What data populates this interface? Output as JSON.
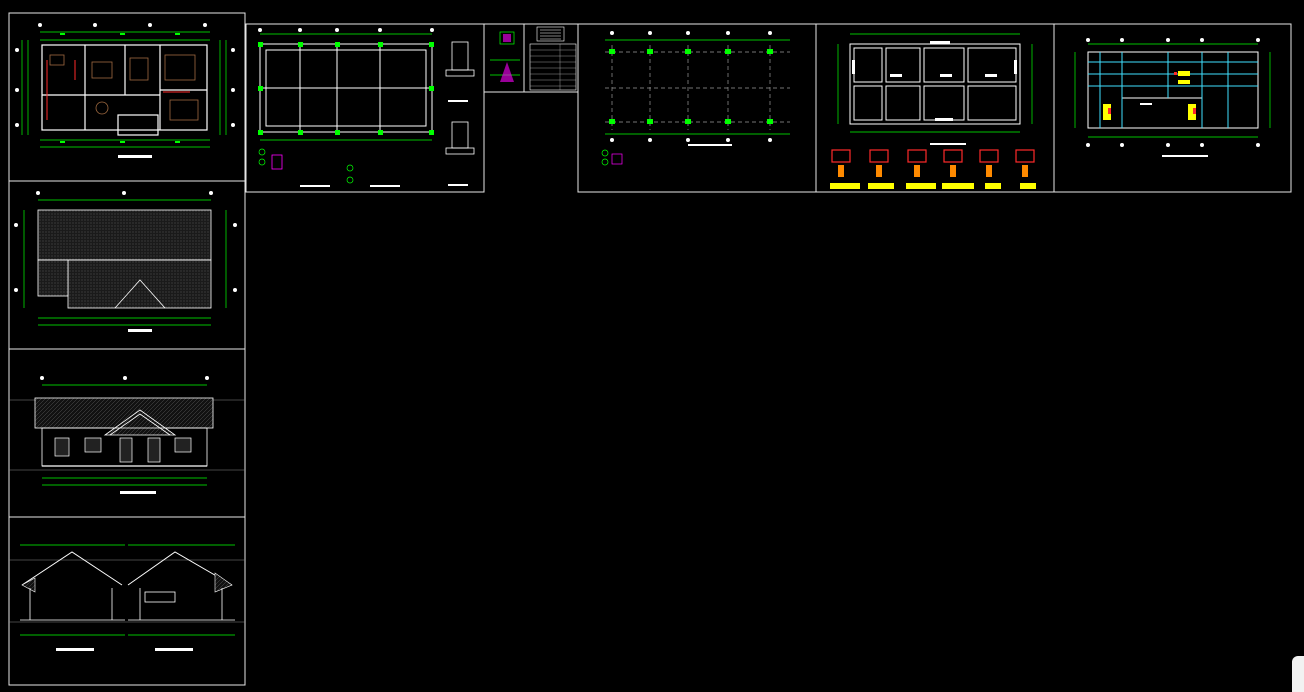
{
  "viewport": {
    "background": "#000000",
    "colors": {
      "frame": "#e6e6e6",
      "line": "#ffffff",
      "dimension": "#00ff00",
      "grid": "#9a9a9a",
      "red": "#ff2a2a",
      "yellow": "#ffff00",
      "cyan": "#40e0ff",
      "magenta": "#ff00ff",
      "orange": "#ff8a00"
    }
  },
  "sheets": [
    {
      "id": "floor-plan",
      "kind": "plan"
    },
    {
      "id": "roof-plan",
      "kind": "roof"
    },
    {
      "id": "front-elevation",
      "kind": "elevation"
    },
    {
      "id": "side-sections",
      "kind": "section"
    },
    {
      "id": "foundation-plan",
      "kind": "foundation"
    },
    {
      "id": "detail-strip",
      "kind": "detail"
    },
    {
      "id": "title-block",
      "kind": "table"
    },
    {
      "id": "column-grid",
      "kind": "grid"
    },
    {
      "id": "beam-layout",
      "kind": "beam"
    },
    {
      "id": "roof-framing",
      "kind": "framing"
    }
  ],
  "scroll_corner": {
    "icon": "scroll-handle-icon"
  }
}
